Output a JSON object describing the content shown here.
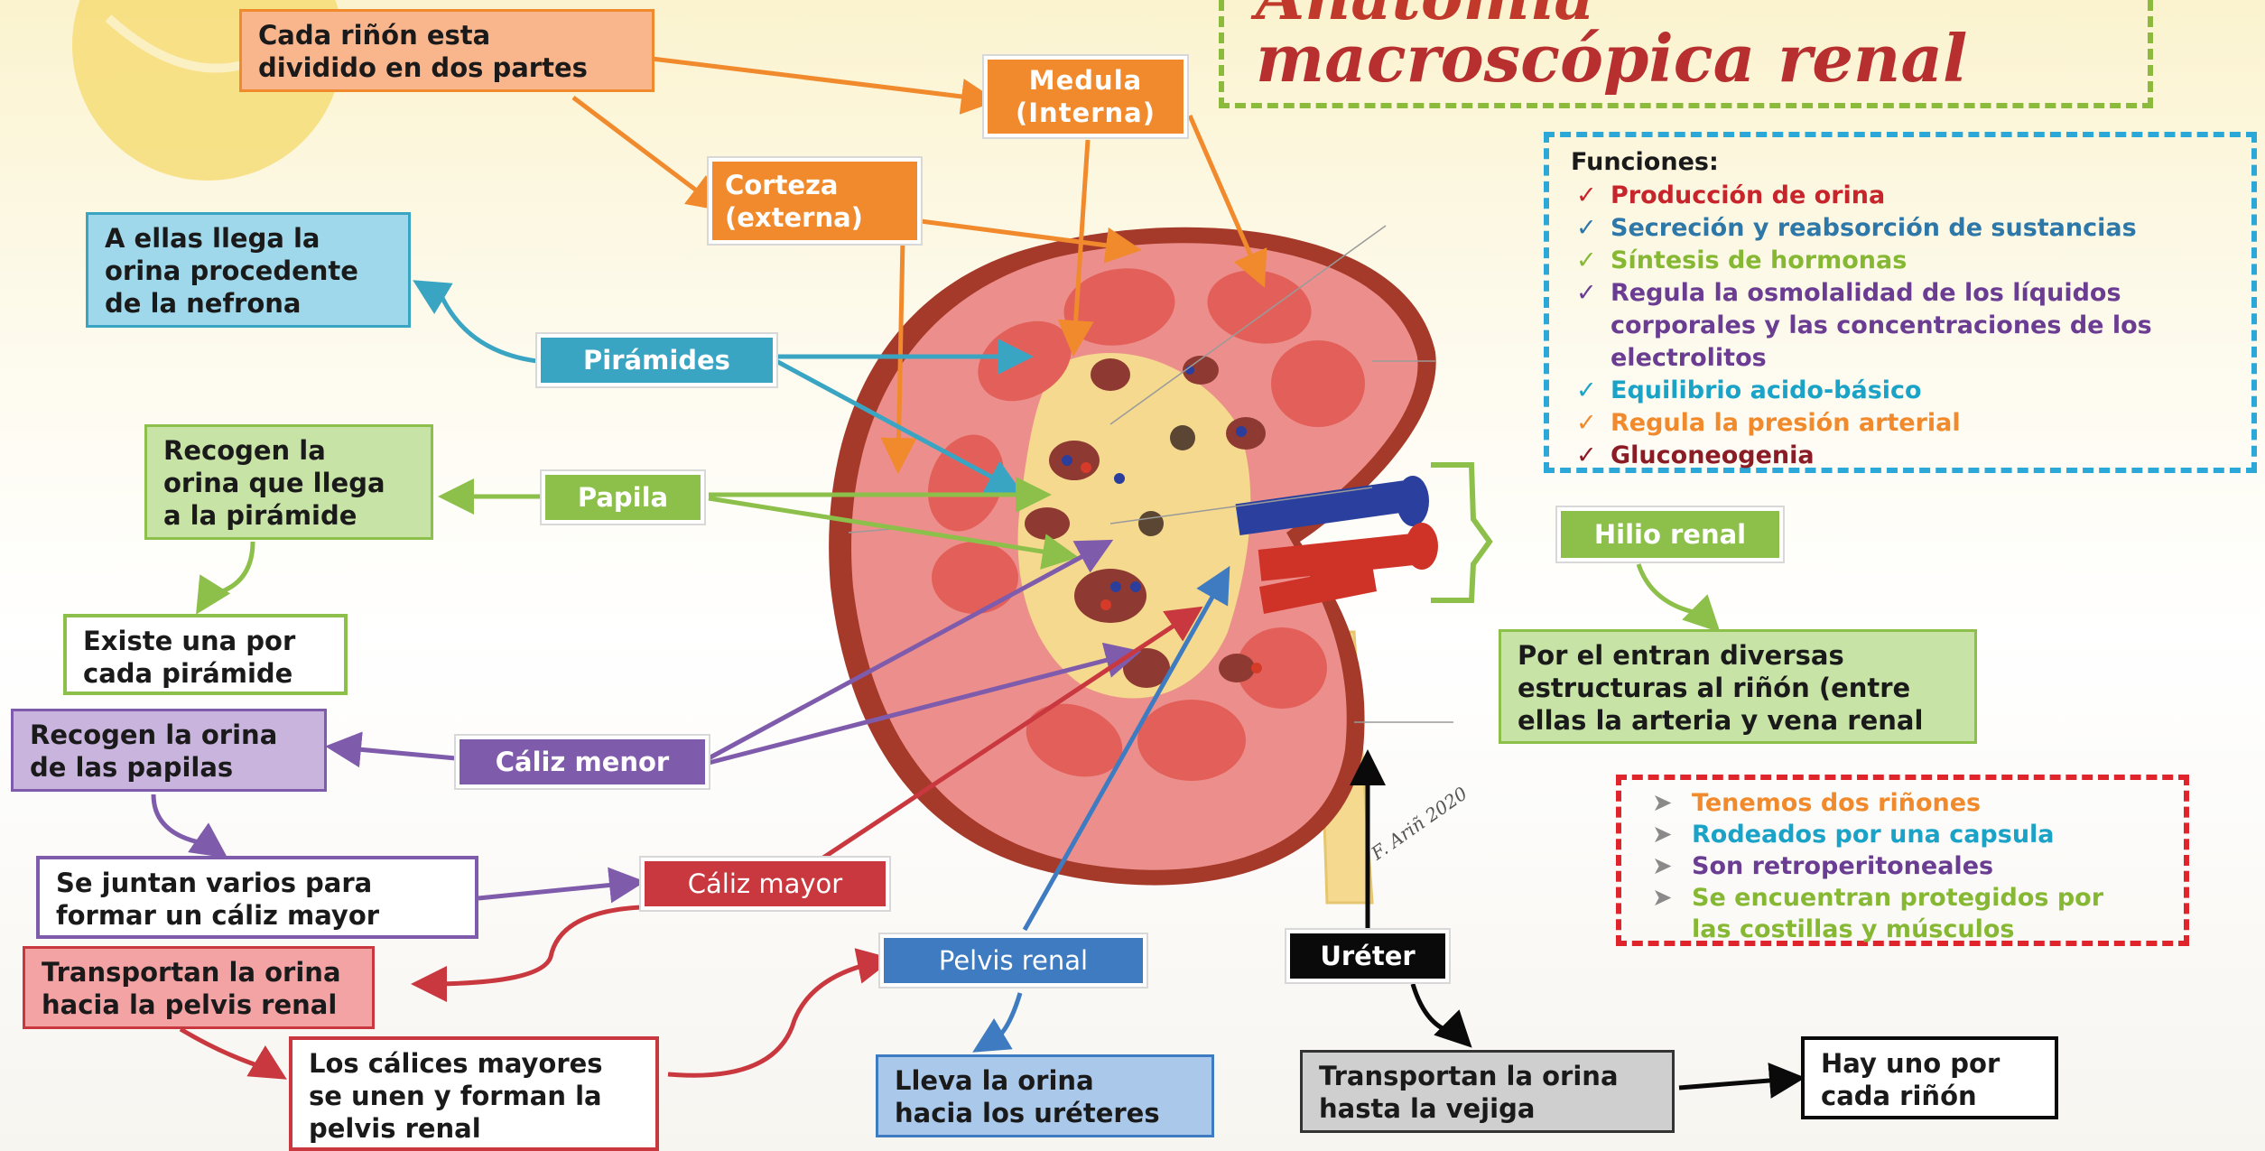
{
  "title": {
    "line1": "Anatomía",
    "line2": "macroscópica renal"
  },
  "boxes": {
    "cada_rinon": "Cada riñón esta\ndividido en dos partes",
    "a_ellas_llega": "A ellas llega la\norina procedente\nde la nefrona",
    "recogen_la_orina_piramide": "Recogen la\norina que llega\na la pirámide",
    "existe_una": "Existe una por\ncada pirámide",
    "recogen_papilas": "Recogen la orina\nde las papilas",
    "se_juntan": "Se juntan varios para\nformar un cáliz mayor",
    "transportan_pelvis": "Transportan la orina\nhacia la pelvis renal",
    "caliz_mayores": "Los cálices mayores\nse unen y forman la\npelvis renal",
    "lleva_orina": "Lleva la orina\nhacia los uréteres",
    "transportan_vejiga": "Transportan la orina\nhasta la vejiga",
    "hay_uno": "Hay uno por\ncada riñón",
    "por_el_entran": "Por el entran diversas\nestructuras al riñón (entre\nellas la arteria y vena renal"
  },
  "labels": {
    "medula": "Medula\n(Interna)",
    "corteza": "Corteza\n(externa)",
    "piramides": "Pirámides",
    "papila": "Papila",
    "caliz_menor": "Cáliz menor",
    "caliz_mayor": "Cáliz mayor",
    "pelvis_renal": "Pelvis renal",
    "ureter": "Uréter",
    "hilio_renal": "Hilio renal"
  },
  "funciones": {
    "heading": "Funciones:",
    "items": [
      {
        "text": "Producción de orina",
        "color": "#c8242b"
      },
      {
        "text": "Secreción y reabsorción de sustancias",
        "color": "#2d78a8"
      },
      {
        "text": "Síntesis de hormonas",
        "color": "#86b834"
      },
      {
        "text": "Regula la osmolalidad de los líquidos\ncorporales y las concentraciones de los\nelectrolitos",
        "color": "#6a3d92"
      },
      {
        "text": "Equilibrio acido-básico",
        "color": "#1aa3c7"
      },
      {
        "text": "Regula la presión arterial",
        "color": "#f08a2c"
      },
      {
        "text": "Gluconeogenia",
        "color": "#8b1c26"
      }
    ]
  },
  "facts": [
    {
      "text": "Tenemos dos riñones",
      "color": "#f08a2c"
    },
    {
      "text": "Rodeados por una capsula",
      "color": "#1aa3c7"
    },
    {
      "text": "Son retroperitoneales",
      "color": "#6a3d92"
    },
    {
      "text": "Se encuentran protegidos por\nlas costillas y músculos",
      "color": "#86b834"
    }
  ],
  "signature": "F. Ariñ 2020",
  "colors": {
    "orange": "#f08a2c",
    "teal": "#3aa5c3",
    "green": "#8cc04a",
    "purple": "#7f5bab",
    "red": "#c9383e",
    "blue": "#3e7bc1",
    "black": "#0a0a0a"
  }
}
